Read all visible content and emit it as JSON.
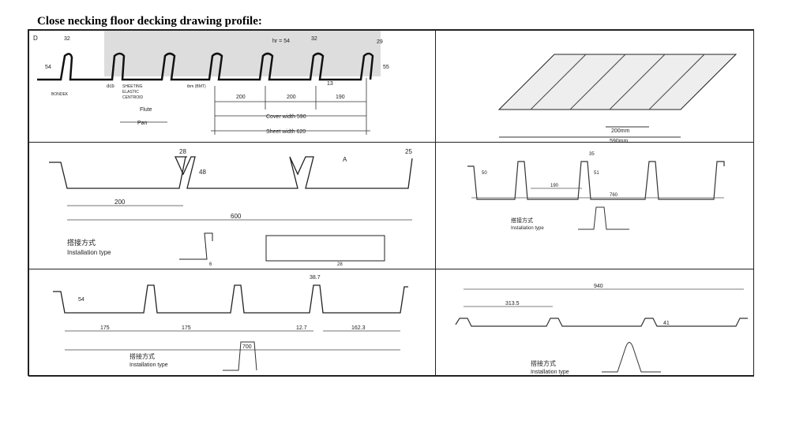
{
  "title": "Close necking floor decking drawing profile:",
  "p1": {
    "d": "D",
    "w32a": "32",
    "h54": "54",
    "dcb": "dcb",
    "sheeting": "SHEETING",
    "elastic": "ELASTIC",
    "centroid": "CENTROID",
    "bondek": "BONDEK",
    "flute": "Flute",
    "pan": "Pan",
    "tbm": "tbm (BMT)",
    "hr": "hr = 54",
    "w32b": "32",
    "w29": "29",
    "h55": "55",
    "w13": "13",
    "s200a": "200",
    "s200b": "200",
    "s190": "190",
    "cover": "Cover width 590",
    "sheet": "Sheet width 620"
  },
  "p2": {
    "w200": "200mm",
    "w590": "590mm"
  },
  "p3": {
    "w28": "28",
    "h48": "48",
    "a": "A",
    "w25": "25",
    "s200": "200",
    "s600": "600",
    "inst_cn": "搭接方式",
    "inst_en": "Installation type",
    "d6": "6",
    "d28": "28"
  },
  "p4": {
    "h50": "50",
    "w35": "35",
    "h51": "51",
    "s190": "190",
    "s760": "760",
    "inst_cn": "搭接方式",
    "inst_en": "Installation type"
  },
  "p5": {
    "h54": "54",
    "s175a": "175",
    "s175b": "175",
    "w387": "38.7",
    "s127": "12.7",
    "s1623": "162.3",
    "s700": "700",
    "inst_cn": "搭接方式",
    "inst_en": "Installation type"
  },
  "p6": {
    "s940": "940",
    "s3135": "313.5",
    "h41": "41",
    "inst_cn": "搭接方式",
    "inst_en": "Installation type"
  }
}
